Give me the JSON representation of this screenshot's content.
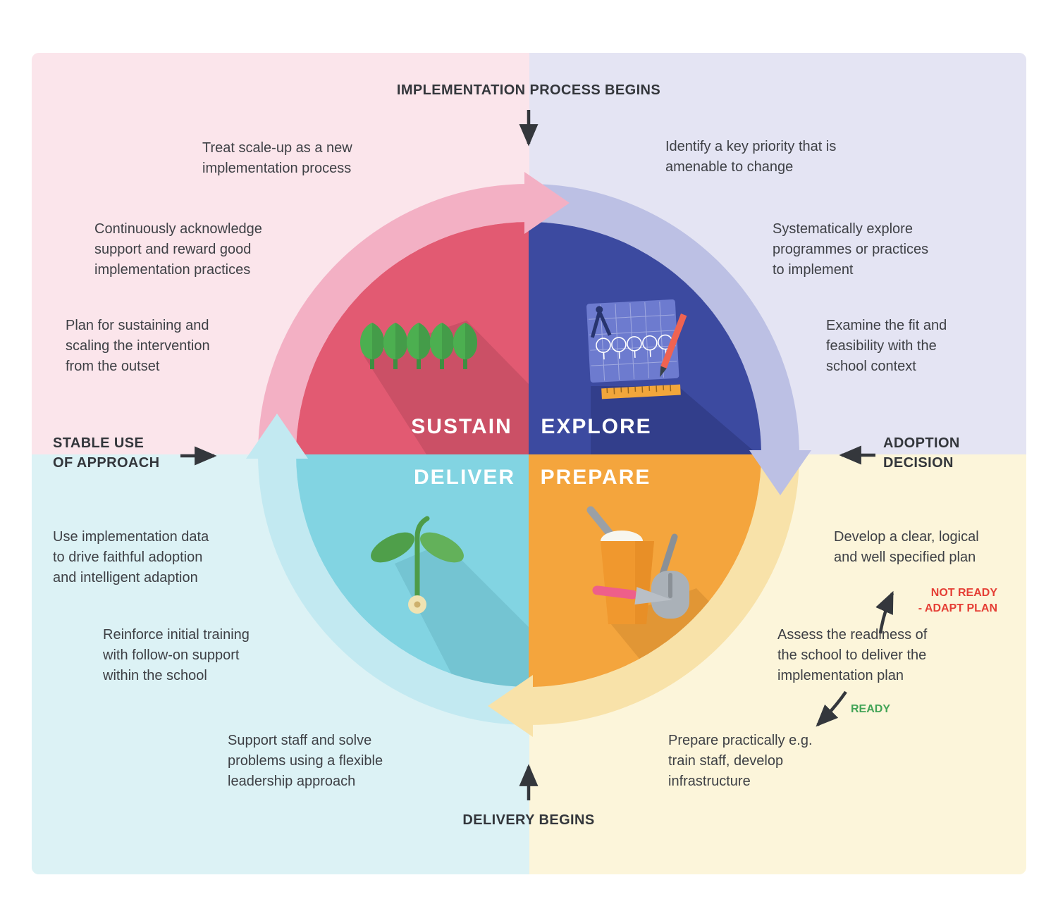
{
  "colors": {
    "bg_sustain": "#fbe5eb",
    "bg_explore": "#e4e4f3",
    "bg_deliver": "#dcf2f5",
    "bg_prepare": "#fcf5da",
    "sector_sustain": "#e25a72",
    "sector_explore": "#3c4aa0",
    "sector_deliver": "#82d4e2",
    "sector_prepare": "#f4a53d",
    "ring_sustain": "#f3b0c4",
    "ring_explore": "#bcc0e4",
    "ring_deliver": "#c2e9f1",
    "ring_prepare": "#f8e2a9",
    "text": "#3e4045",
    "not_ready_text": "#e53e35",
    "ready_text": "#43a457",
    "arrow": "#34373c"
  },
  "milestones": {
    "top": "IMPLEMENTATION PROCESS BEGINS",
    "right": "ADOPTION\nDECISION",
    "bottom": "DELIVERY BEGINS",
    "left": "STABLE USE\nOF APPROACH"
  },
  "quadrants": {
    "sustain": {
      "label": "SUSTAIN",
      "icon": "trees-icon",
      "notes": [
        "Treat scale-up as a new\nimplementation process",
        "Continuously acknowledge\nsupport and reward good\nimplementation practices",
        "Plan for sustaining and\nscaling the intervention\nfrom the outset"
      ]
    },
    "explore": {
      "label": "EXPLORE",
      "icon": "blueprint-icon",
      "notes": [
        "Identify a key priority that is\namenable to change",
        "Systematically explore\nprogrammes or practices\nto implement",
        "Examine the fit and\nfeasibility with the\nschool context"
      ]
    },
    "prepare": {
      "label": "PREPARE",
      "icon": "tools-icon",
      "notes": [
        "Develop a clear, logical\nand well specified plan",
        "Assess the readiness of\nthe school to deliver the\nimplementation plan",
        "Prepare practically e.g.\ntrain staff, develop\ninfrastructure"
      ],
      "branches": {
        "not_ready": "NOT READY\n- ADAPT PLAN",
        "ready": "READY"
      }
    },
    "deliver": {
      "label": "DELIVER",
      "icon": "seedling-icon",
      "notes": [
        "Use implementation data\nto drive faithful adoption\nand intelligent adaption",
        "Reinforce initial training\nwith follow-on support\nwithin the school",
        "Support staff and solve\nproblems using a flexible\nleadership approach"
      ]
    }
  }
}
